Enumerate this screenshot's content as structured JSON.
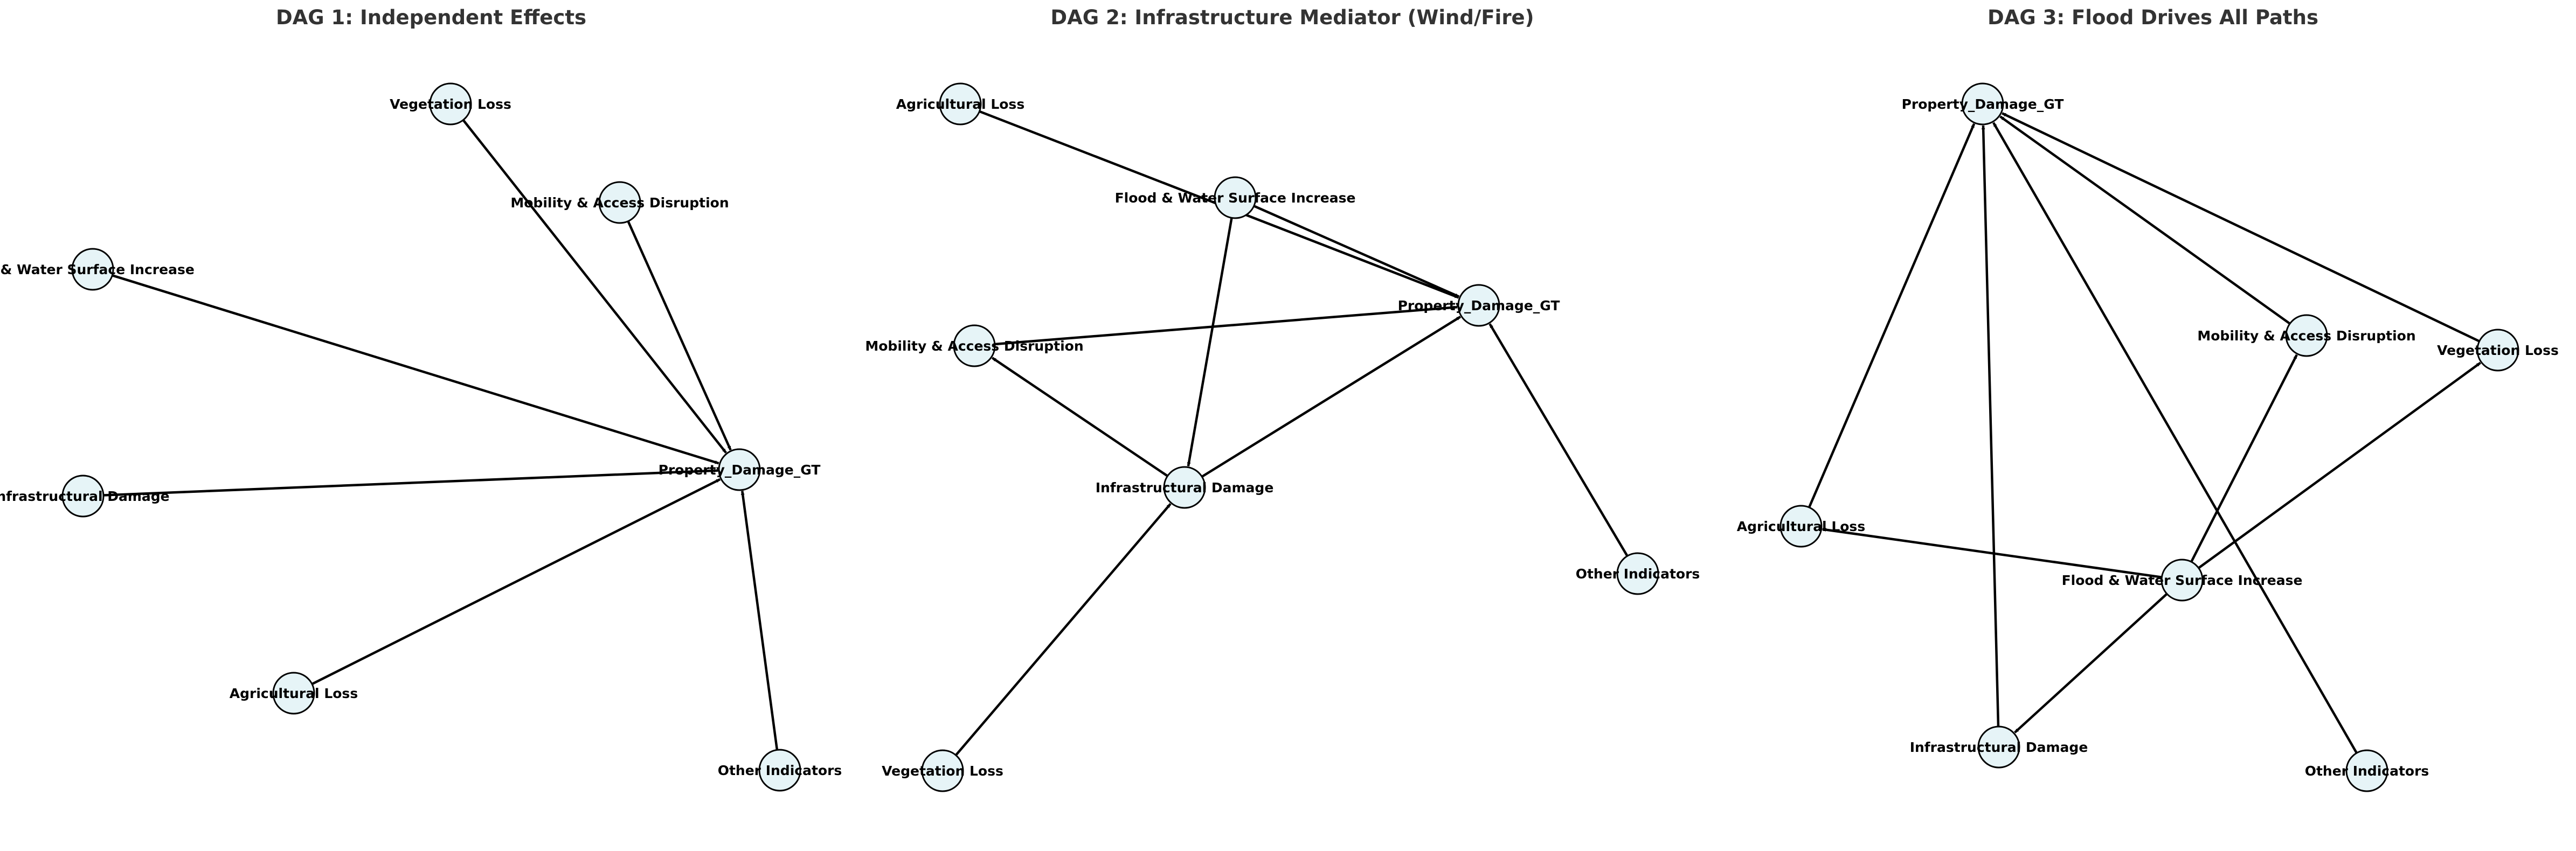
{
  "diagrams": [
    {
      "title": "DAG 1: Independent Effects",
      "nodes": [
        {
          "id": "veg",
          "label": "Vegetation Loss"
        },
        {
          "id": "mob",
          "label": "Mobility & Access Disruption"
        },
        {
          "id": "flood",
          "label": "l & Water Surface Increase"
        },
        {
          "id": "infra",
          "label": "nfrastructural Damage"
        },
        {
          "id": "pd",
          "label": "Property_Damage_GT"
        },
        {
          "id": "agri",
          "label": "Agricultural Loss"
        },
        {
          "id": "other",
          "label": "Other Indicators"
        }
      ],
      "edges": [
        {
          "from": "veg",
          "to": "pd"
        },
        {
          "from": "mob",
          "to": "pd"
        },
        {
          "from": "flood",
          "to": "pd"
        },
        {
          "from": "infra",
          "to": "pd"
        },
        {
          "from": "agri",
          "to": "pd"
        },
        {
          "from": "other",
          "to": "pd"
        }
      ]
    },
    {
      "title": "DAG 2: Infrastructure Mediator (Wind/Fire)",
      "nodes": [
        {
          "id": "agri",
          "label": "Agricultural Loss"
        },
        {
          "id": "flood",
          "label": "Flood & Water Surface Increase"
        },
        {
          "id": "pd",
          "label": "Property_Damage_GT"
        },
        {
          "id": "mob",
          "label": "Mobility & Access Disruption"
        },
        {
          "id": "infra",
          "label": "Infrastructural Damage"
        },
        {
          "id": "other",
          "label": "Other Indicators"
        },
        {
          "id": "veg",
          "label": "Vegetation Loss"
        }
      ],
      "edges": [
        {
          "from": "agri",
          "to": "pd"
        },
        {
          "from": "flood",
          "to": "pd"
        },
        {
          "from": "flood",
          "to": "infra"
        },
        {
          "from": "mob",
          "to": "pd"
        },
        {
          "from": "infra",
          "to": "mob"
        },
        {
          "from": "infra",
          "to": "pd"
        },
        {
          "from": "veg",
          "to": "infra"
        },
        {
          "from": "other",
          "to": "pd"
        }
      ]
    },
    {
      "title": "DAG 3: Flood Drives All Paths",
      "nodes": [
        {
          "id": "pd",
          "label": "Property_Damage_GT"
        },
        {
          "id": "mob",
          "label": "Mobility & Access Disruption"
        },
        {
          "id": "veg",
          "label": "Vegetation Loss"
        },
        {
          "id": "agri",
          "label": "Agricultural Loss"
        },
        {
          "id": "flood",
          "label": "Flood & Water Surface Increase"
        },
        {
          "id": "infra",
          "label": "Infrastructural Damage"
        },
        {
          "id": "other",
          "label": "Other Indicators"
        }
      ],
      "edges": [
        {
          "from": "agri",
          "to": "pd"
        },
        {
          "from": "infra",
          "to": "pd"
        },
        {
          "from": "other",
          "to": "pd"
        },
        {
          "from": "mob",
          "to": "pd"
        },
        {
          "from": "veg",
          "to": "pd"
        },
        {
          "from": "flood",
          "to": "agri"
        },
        {
          "from": "flood",
          "to": "infra"
        },
        {
          "from": "flood",
          "to": "mob"
        },
        {
          "from": "flood",
          "to": "veg"
        }
      ]
    }
  ]
}
